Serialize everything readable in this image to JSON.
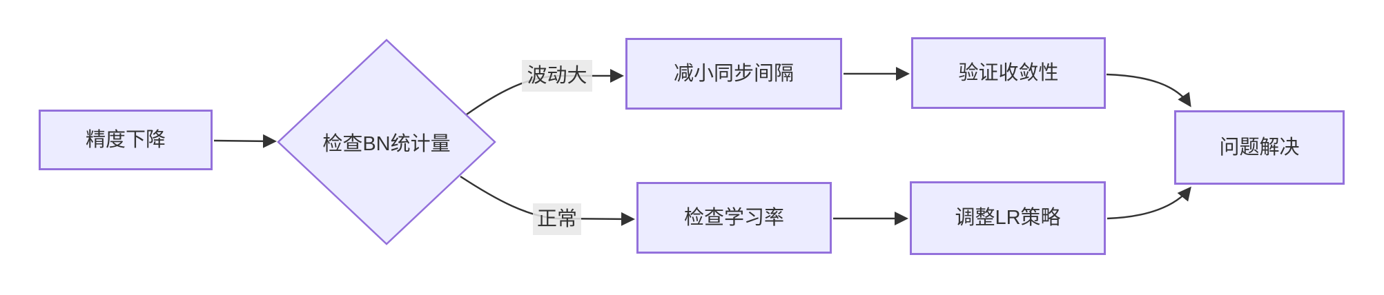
{
  "diagram": {
    "type": "flowchart",
    "direction": "left-to-right",
    "nodes": {
      "start": {
        "label": "精度下降",
        "shape": "rect"
      },
      "decision": {
        "label": "检查BN统计量",
        "shape": "diamond"
      },
      "reduce": {
        "label": "减小同步间隔",
        "shape": "rect"
      },
      "verify": {
        "label": "验证收敛性",
        "shape": "rect"
      },
      "checklr": {
        "label": "检查学习率",
        "shape": "rect"
      },
      "adjustlr": {
        "label": "调整LR策略",
        "shape": "rect"
      },
      "solved": {
        "label": "问题解决",
        "shape": "rect"
      }
    },
    "edge_labels": {
      "fluctuation": "波动大",
      "normal": "正常"
    },
    "edges": [
      {
        "from": "start",
        "to": "decision",
        "label": ""
      },
      {
        "from": "decision",
        "to": "reduce",
        "label": "波动大"
      },
      {
        "from": "reduce",
        "to": "verify",
        "label": ""
      },
      {
        "from": "verify",
        "to": "solved",
        "label": ""
      },
      {
        "from": "decision",
        "to": "checklr",
        "label": "正常"
      },
      {
        "from": "checklr",
        "to": "adjustlr",
        "label": ""
      },
      {
        "from": "adjustlr",
        "to": "solved",
        "label": ""
      }
    ],
    "colors": {
      "node_fill": "#ECECFF",
      "node_border": "#9370DB",
      "edge_stroke": "#333333",
      "edge_label_bg": "#e8e8e8",
      "text": "#333333",
      "background": "#ffffff"
    }
  }
}
